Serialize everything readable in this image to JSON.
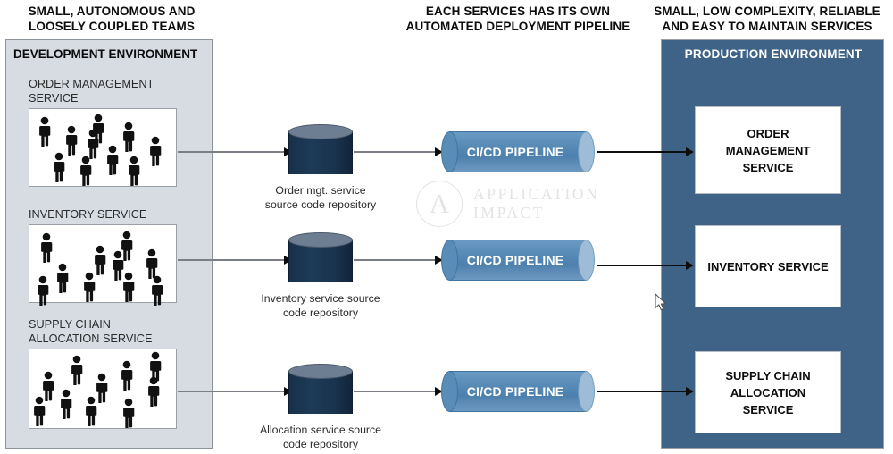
{
  "headings": {
    "dev": "SMALL, AUTONOMOUS AND\nLOOSELY COUPLED TEAMS",
    "middle": "EACH SERVICES HAS ITS OWN\nAUTOMATED DEPLOYMENT\nPIPELINE",
    "prod": "SMALL, LOW COMPLEXITY, RELIABLE\nAND EASY TO MAINTAIN SERVICES"
  },
  "development": {
    "panel_title": "DEVELOPMENT ENVIRONMENT",
    "teams": [
      {
        "label": "ORDER MANAGEMENT\nSERVICE",
        "member_count": 10
      },
      {
        "label": "INVENTORY SERVICE",
        "member_count": 10
      },
      {
        "label": "SUPPLY CHAIN\nALLOCATION SERVICE",
        "member_count": 10
      }
    ]
  },
  "repositories": [
    {
      "label": "Order mgt. service\nsource code repository"
    },
    {
      "label": "Inventory service source\ncode repository"
    },
    {
      "label": "Allocation service source\ncode repository"
    }
  ],
  "pipelines": [
    {
      "label": "CI/CD PIPELINE"
    },
    {
      "label": "CI/CD PIPELINE"
    },
    {
      "label": "CI/CD PIPELINE"
    }
  ],
  "production": {
    "panel_title": "PRODUCTION ENVIRONMENT",
    "services": [
      {
        "label": "ORDER\nMANAGEMENT\nSERVICE"
      },
      {
        "label": "INVENTORY SERVICE"
      },
      {
        "label": "SUPPLY CHAIN\nALLOCATION\nSERVICE"
      }
    ]
  },
  "watermark": {
    "glyph": "A",
    "text": "APPLICATION\nIMPACT"
  },
  "colors": {
    "dev_panel": "#D7DCE3",
    "prod_panel": "#3F6387",
    "repository_body": "#1A3450",
    "repository_top": "#6D7E92",
    "pipeline_body": "#5A8CB8",
    "pipeline_cap": "#9FBCD6",
    "arrow_gray": "#7B7F85",
    "arrow_black": "#0D0D0D",
    "watermark": "#E3E3E3"
  }
}
